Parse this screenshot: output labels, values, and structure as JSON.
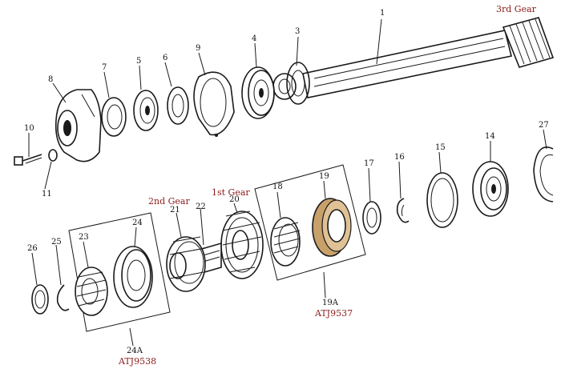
{
  "gear_labels": {
    "third": "3rd Gear",
    "second": "2nd Gear",
    "first": "1st Gear"
  },
  "callouts": {
    "c1": "1",
    "c3": "3",
    "c4": "4",
    "c5": "5",
    "c6": "6",
    "c7": "7",
    "c8": "8",
    "c9": "9",
    "c10": "10",
    "c11": "11",
    "c14": "14",
    "c15": "15",
    "c16": "16",
    "c17": "17",
    "c18": "18",
    "c19": "19",
    "c20": "20",
    "c21": "21",
    "c22": "22",
    "c23": "23",
    "c24": "24",
    "c25": "25",
    "c26": "26",
    "c27": "27"
  },
  "kits": {
    "kit19a": {
      "label": "19A",
      "part": "ATJ9537"
    },
    "kit24a": {
      "label": "24A",
      "part": "ATJ9538"
    }
  },
  "colors": {
    "ink": "#1a1a1a",
    "label_red": "#8b1a1a",
    "highlight": "#c8a06a"
  }
}
